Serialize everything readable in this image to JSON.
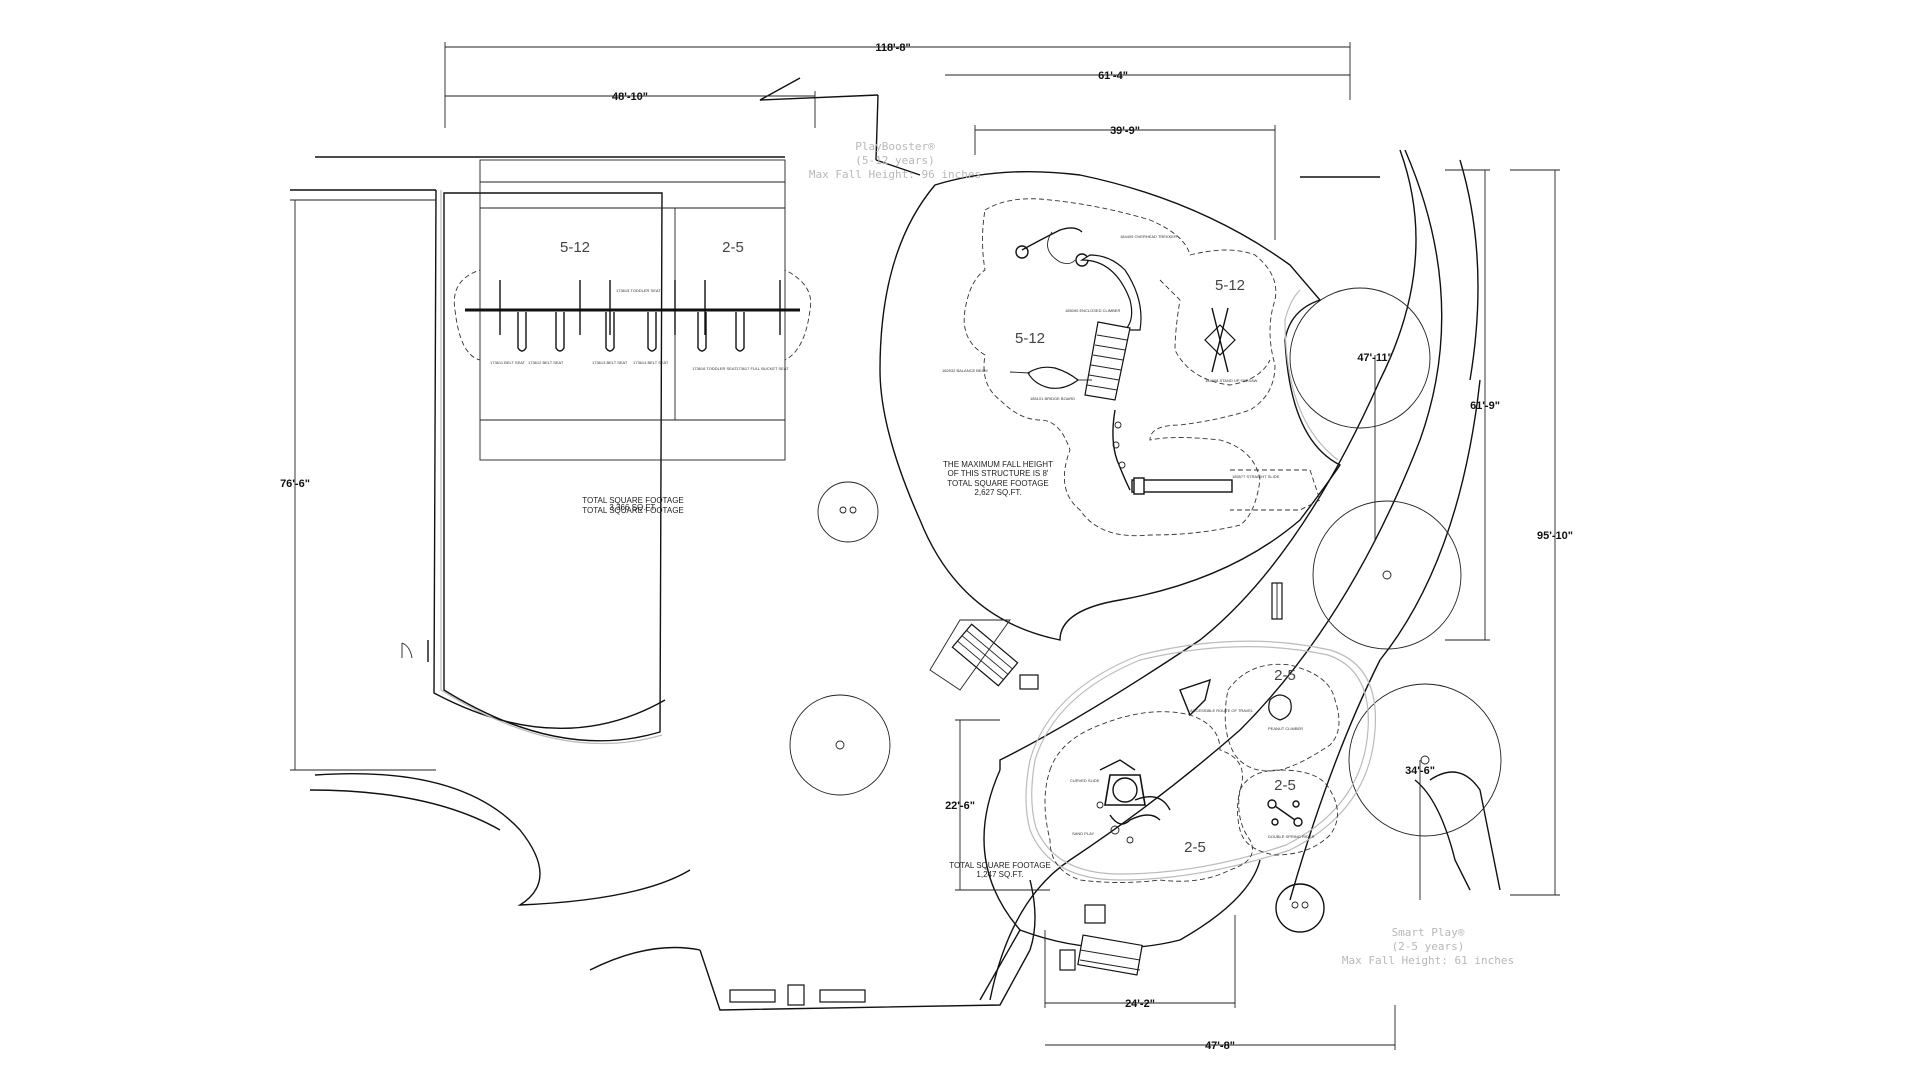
{
  "dimensions": {
    "overall_width": "118'-8\"",
    "swing_width": "48'-10\"",
    "right_width": "61'-4\"",
    "tower_width": "39'-9\"",
    "left_height": "76'-6\"",
    "tree_offset": "47'-11\"",
    "right_height": "61'-9\"",
    "total_height": "95'-10\"",
    "smart_height": "22'-6\"",
    "smart_offset": "34'-6\"",
    "bottom_width_a": "24'-2\"",
    "bottom_width_b": "47'-8\""
  },
  "products": {
    "playbooster": {
      "name": "PlayBooster®",
      "ages": "(5-12 years)",
      "fall": "Max Fall Height: 96 inches"
    },
    "smartplay": {
      "name": "Smart Play®",
      "ages": "(2-5 years)",
      "fall": "Max Fall Height: 61 inches"
    }
  },
  "swing_area": {
    "zone_a": "5-12",
    "zone_b": "2-5",
    "footage_label": "TOTAL SQUARE FOOTAGE",
    "footage_overlay": "TOTAL SQUARE FOOTAGE",
    "footage_value": "3,366 SQ.FT."
  },
  "tower_area": {
    "zone_a": "5-12",
    "zone_b": "5-12",
    "fall_note_1": "THE MAXIMUM FALL HEIGHT",
    "fall_note_2": "OF THIS STRUCTURE IS 8'",
    "footage_label": "TOTAL SQUARE FOOTAGE",
    "footage_value": "2,627 SQ.FT."
  },
  "smart_area": {
    "zone_a": "2-5",
    "zone_b": "2-5",
    "zone_c": "2-5",
    "footage_label": "TOTAL SQUARE FOOTAGE",
    "footage_value": "1,247 SQ.FT."
  },
  "component_labels": {
    "swing_1": "173611 BELT SEAT",
    "swing_2": "173612 BELT SEAT",
    "swing_3": "173613 BELT SEAT",
    "swing_4": "173614 BELT SEAT",
    "swing_5": "173615 TODDLER SEAT",
    "swing_6": "173616 TODDLER SEAT",
    "swing_7": "173617 FULL BUCKET SEAT",
    "tower_1": "184409 OVERHEAD TREKKER",
    "tower_2": "185090 ENCLOSED CLIMBER",
    "tower_3": "182532 BALANCE BEAM",
    "tower_4": "185101 BRIDGE BOARD",
    "tower_5": "184908 STAND UP SEESAW",
    "tower_6": "185577 STRAIGHT SLIDE",
    "smart_1": "ACCESSIBLE ROUTE OF TRAVEL",
    "smart_2": "DOUBLE SPRING RIDER",
    "smart_3": "PEANUT CLIMBER",
    "smart_4": "CURVED SLIDE",
    "smart_5": "SAND PLAY"
  }
}
